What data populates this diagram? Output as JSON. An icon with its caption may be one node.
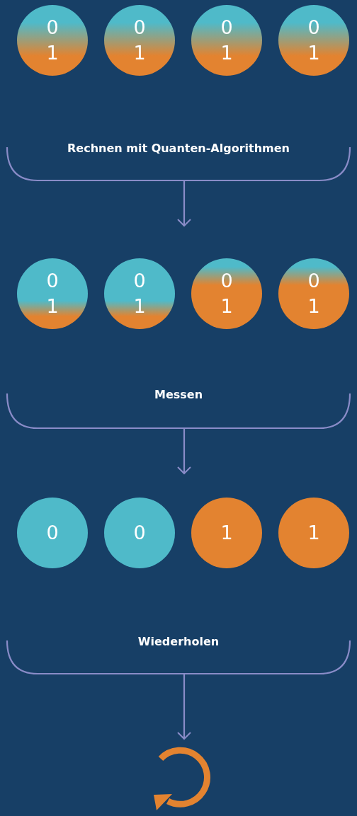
{
  "diagram": {
    "nodes": [
      {
        "text": [
          "0",
          "1"
        ]
      },
      {
        "text": [
          "0",
          "1"
        ]
      },
      {
        "text": [
          "0",
          "1"
        ]
      },
      {
        "text": [
          "0",
          "1"
        ]
      },
      {
        "text": [
          "Rechnen mit Quanten-Algorithmen"
        ]
      },
      {
        "text": [
          "0",
          "1"
        ]
      },
      {
        "text": [
          "0",
          "1"
        ]
      },
      {
        "text": [
          "0",
          "1"
        ]
      },
      {
        "text": [
          "0",
          "1"
        ]
      },
      {
        "text": [
          "Messen"
        ]
      },
      {
        "text": [
          "0"
        ]
      },
      {
        "text": [
          "0"
        ]
      },
      {
        "text": [
          "1"
        ]
      },
      {
        "text": [
          "1"
        ]
      },
      {
        "text": [
          "Wiederholen"
        ]
      },
      {
        "text": [],
        "shape": "loop"
      }
    ],
    "edges": [
      {
        "from": 4,
        "to": null,
        "arrow": "to"
      },
      {
        "from": 9,
        "to": null,
        "arrow": "to"
      },
      {
        "from": 14,
        "to": 15,
        "arrow": "to"
      }
    ]
  }
}
